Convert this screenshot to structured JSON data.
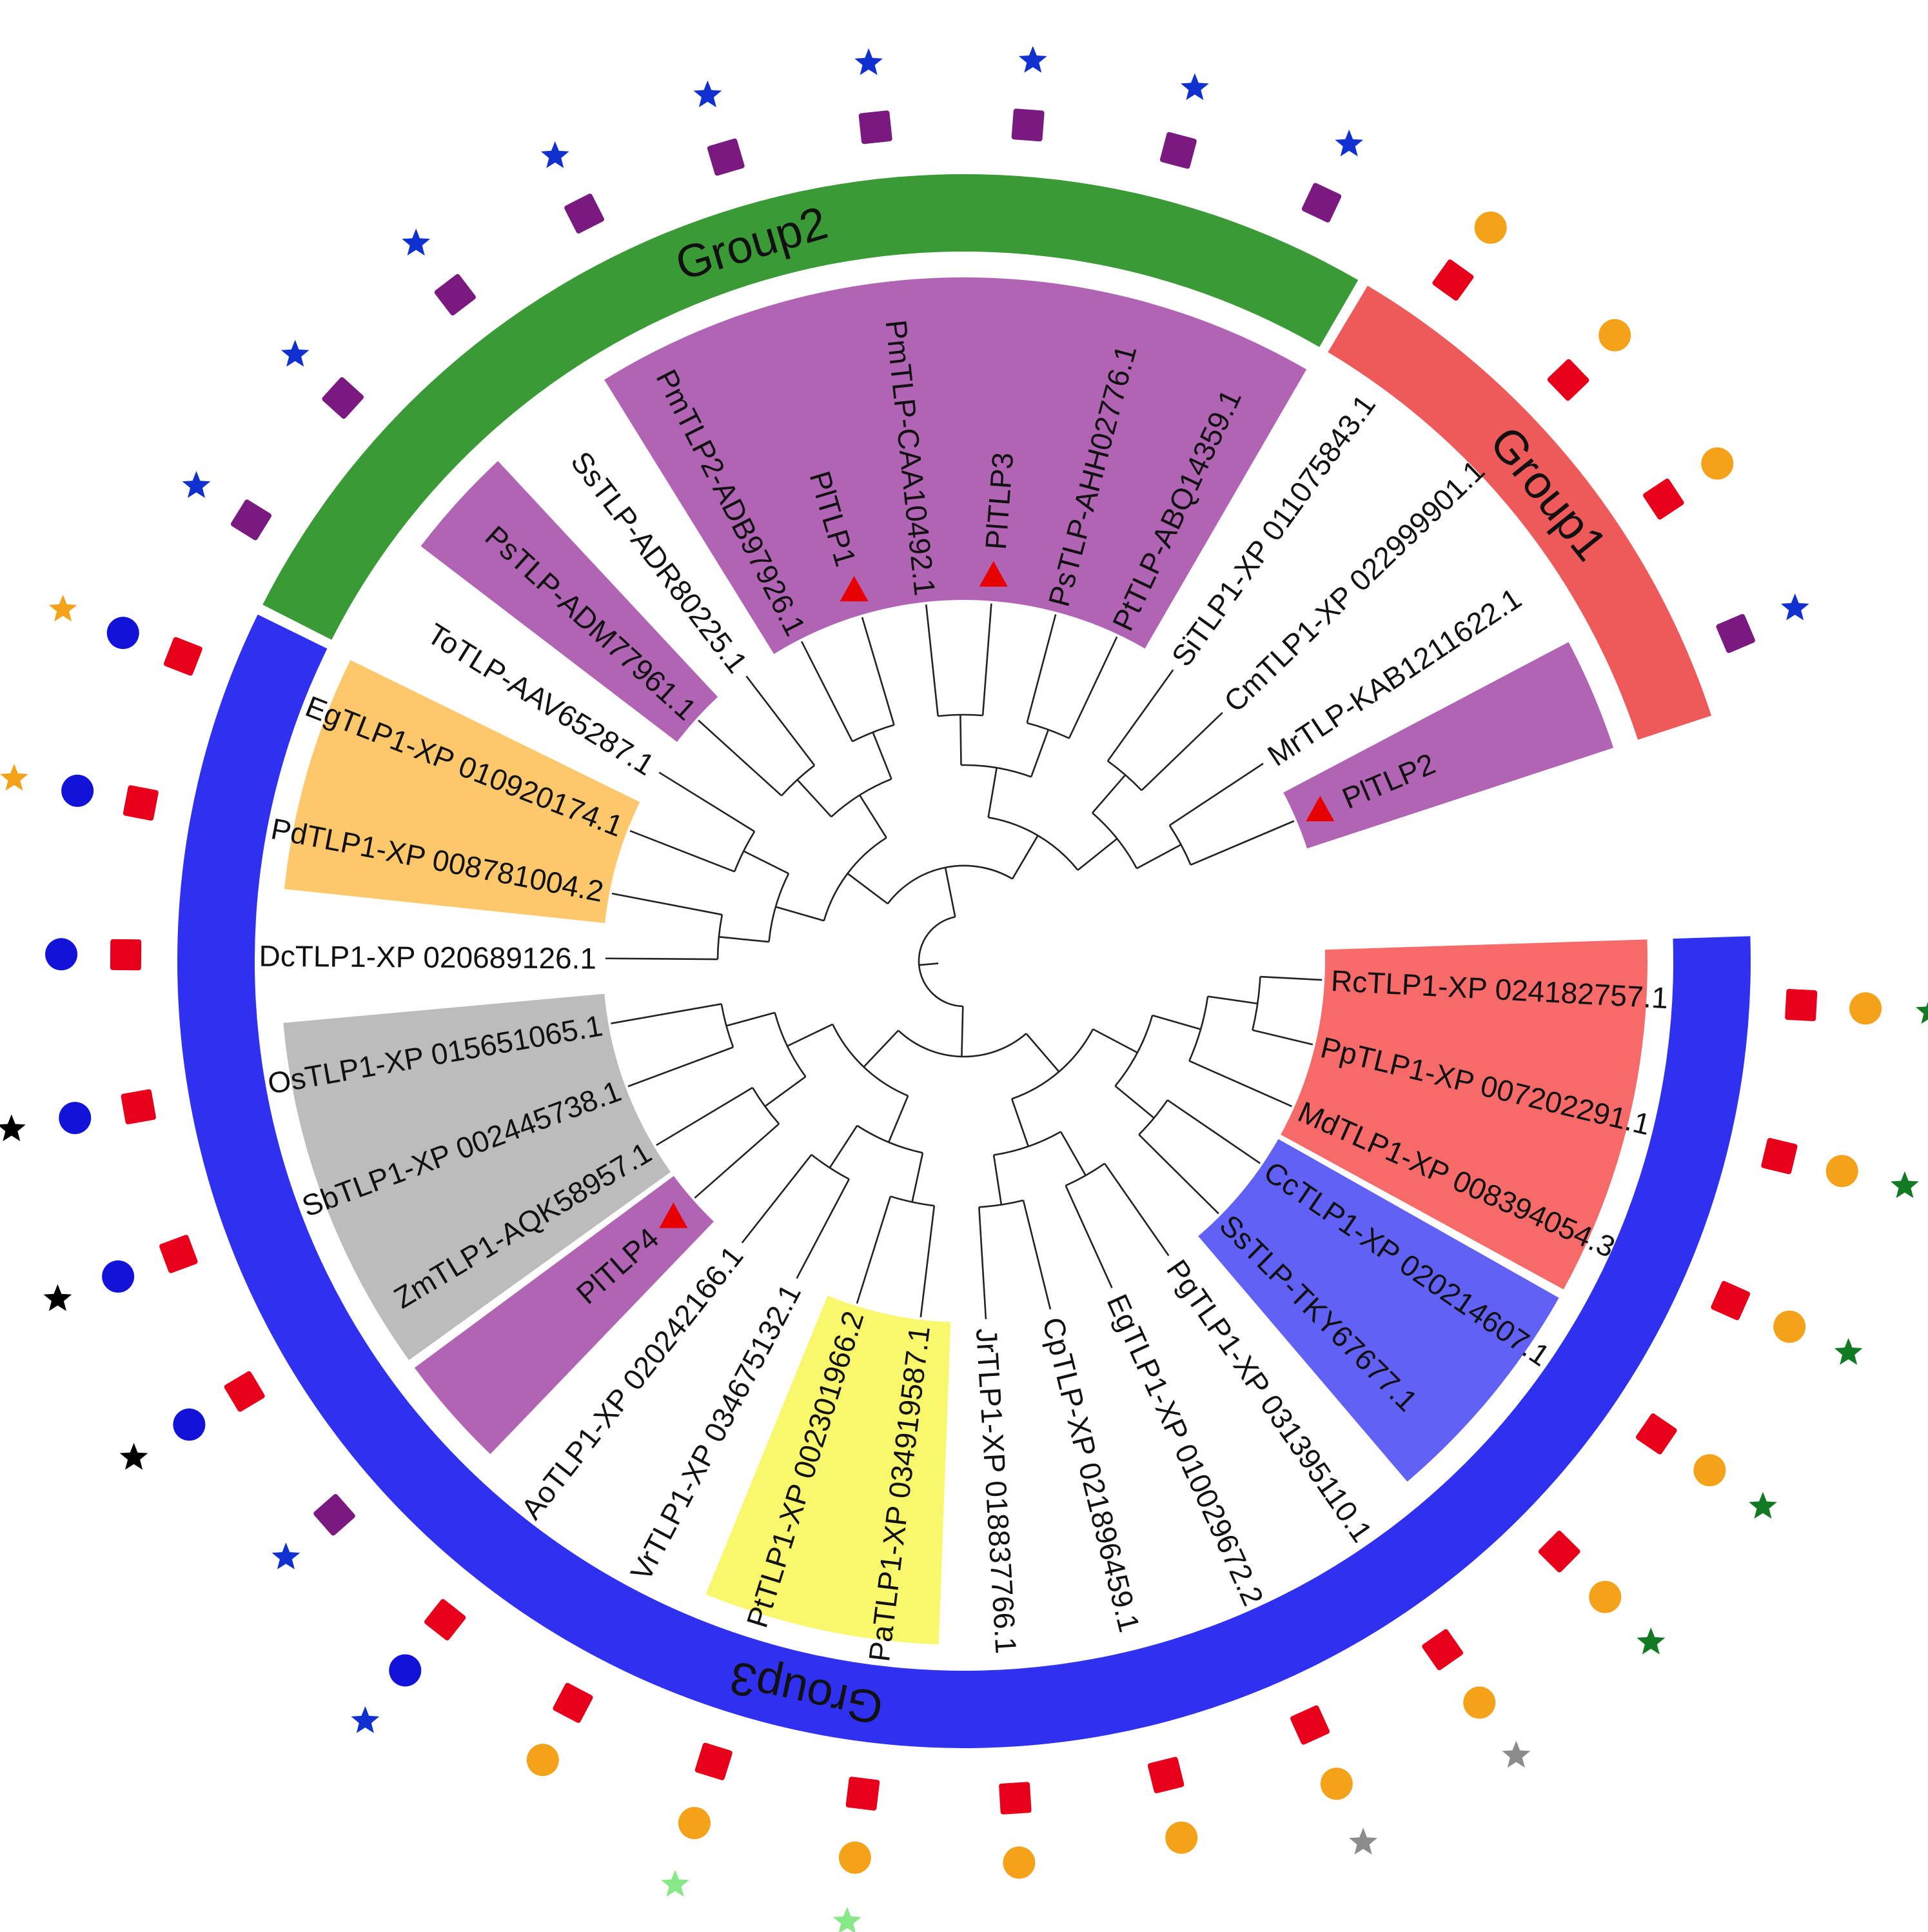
{
  "groups": [
    {
      "label": "Group1",
      "color": "#ee5a5a"
    },
    {
      "label": "Group2",
      "color": "#3a9a35"
    },
    {
      "label": "Group3",
      "color": "#3030f0"
    }
  ],
  "highlight_colors": {
    "purple": "#b164b4",
    "orange": "#fdc86c",
    "gray": "#bcbcbc",
    "yellow": "#f9f86c",
    "red": "#f76a6a",
    "blue": "#6161f6"
  },
  "marker_colors": {
    "red_square": "#e8001a",
    "purple_square": "#7a1a80",
    "orange_circle": "#f4a21a",
    "blue_circle": "#1212d8",
    "blue_star": "#1030d0",
    "orange_star": "#f4a21a",
    "black_star": "#000000",
    "green_star": "#117a22",
    "gray_star": "#8c8c8c",
    "lightgreen_star": "#86e886",
    "red_triangle": "#e80000"
  },
  "leaves": [
    {
      "id": "RcTLP1-XP 024182757.1",
      "highlight": "red",
      "group": "Group3",
      "markers": [
        "red_square",
        "orange_circle",
        "green_star"
      ]
    },
    {
      "id": "PpTLP1-XP 007202291.1",
      "highlight": "red",
      "group": "Group3",
      "markers": [
        "red_square",
        "orange_circle",
        "green_star"
      ]
    },
    {
      "id": "MdTLP1-XP 008394054.3",
      "highlight": "red",
      "group": "Group3",
      "markers": [
        "red_square",
        "orange_circle",
        "green_star"
      ]
    },
    {
      "id": "CcTLP1-XP 020214607.1",
      "highlight": "blue",
      "group": "Group3",
      "markers": [
        "red_square",
        "orange_circle",
        "green_star"
      ]
    },
    {
      "id": "SsTLP-TKY67677.1",
      "highlight": "blue",
      "group": "Group3",
      "markers": [
        "red_square",
        "orange_circle",
        "green_star"
      ]
    },
    {
      "id": "PgTLP1-XP 031395110.1",
      "highlight": "none",
      "group": "Group3",
      "markers": [
        "red_square",
        "orange_circle",
        "gray_star"
      ]
    },
    {
      "id": "EgTLP1-XP 010029672.2",
      "highlight": "none",
      "group": "Group3",
      "markers": [
        "red_square",
        "orange_circle",
        "gray_star"
      ]
    },
    {
      "id": "CpTLP-XP 021896459.1",
      "highlight": "none",
      "group": "Group3",
      "markers": [
        "red_square",
        "orange_circle"
      ]
    },
    {
      "id": "JrTLP1-XP 018837766.1",
      "highlight": "none",
      "group": "Group3",
      "markers": [
        "red_square",
        "orange_circle"
      ]
    },
    {
      "id": "PaTLP1-XP 034919587.1",
      "highlight": "yellow",
      "group": "Group3",
      "markers": [
        "red_square",
        "orange_circle",
        "lightgreen_star"
      ]
    },
    {
      "id": "PtTLP1-XP 002301966.2",
      "highlight": "yellow",
      "group": "Group3",
      "markers": [
        "red_square",
        "orange_circle",
        "lightgreen_star"
      ]
    },
    {
      "id": "VrTLP1-XP 034675132.1",
      "highlight": "none",
      "group": "Group3",
      "markers": [
        "red_square",
        "orange_circle"
      ]
    },
    {
      "id": "AoTLP1-XP 020242166.1",
      "highlight": "none",
      "group": "Group3",
      "markers": [
        "red_square",
        "blue_circle",
        "blue_star"
      ]
    },
    {
      "id": "PlTLP4",
      "highlight": "purple",
      "group": "Group3",
      "markers": [
        "purple_square",
        "blue_star"
      ],
      "triangle": true
    },
    {
      "id": "ZmTLP1-AQK58957.1",
      "highlight": "gray",
      "group": "Group3",
      "markers": [
        "red_square",
        "blue_circle",
        "black_star"
      ]
    },
    {
      "id": "SbTLP1-XP 002445738.1",
      "highlight": "gray",
      "group": "Group3",
      "markers": [
        "red_square",
        "blue_circle",
        "black_star"
      ]
    },
    {
      "id": "OsTLP1-XP 015651065.1",
      "highlight": "gray",
      "group": "Group3",
      "markers": [
        "red_square",
        "blue_circle",
        "black_star"
      ]
    },
    {
      "id": "DcTLP1-XP 020689126.1",
      "highlight": "none",
      "group": "Group3",
      "markers": [
        "red_square",
        "blue_circle"
      ]
    },
    {
      "id": "PdTLP1-XP 008781004.2",
      "highlight": "orange",
      "group": "Group3",
      "markers": [
        "red_square",
        "blue_circle",
        "orange_star"
      ]
    },
    {
      "id": "EgTLP1-XP 010920174.1",
      "highlight": "orange",
      "group": "Group3",
      "markers": [
        "red_square",
        "blue_circle",
        "orange_star"
      ]
    },
    {
      "id": "ToTLP-AAV65287.1",
      "highlight": "none",
      "group": "Group2",
      "markers": [
        "purple_square",
        "blue_star"
      ]
    },
    {
      "id": "PsTLP-ADM77961.1",
      "highlight": "purple",
      "group": "Group2",
      "markers": [
        "purple_square",
        "blue_star"
      ]
    },
    {
      "id": "SsTLP-ADR80225.1",
      "highlight": "none",
      "group": "Group2",
      "markers": [
        "purple_square",
        "blue_star"
      ]
    },
    {
      "id": "PmTLP2-ADB97926.1",
      "highlight": "purple",
      "group": "Group2",
      "markers": [
        "purple_square",
        "blue_star"
      ]
    },
    {
      "id": "PlTLP1",
      "highlight": "purple",
      "group": "Group2",
      "markers": [
        "purple_square",
        "blue_star"
      ],
      "triangle": true
    },
    {
      "id": "PmTLP-CAA10492.1",
      "highlight": "purple",
      "group": "Group2",
      "markers": [
        "purple_square",
        "blue_star"
      ]
    },
    {
      "id": "PlTLP3",
      "highlight": "purple",
      "group": "Group2",
      "markers": [
        "purple_square",
        "blue_star"
      ],
      "triangle": true
    },
    {
      "id": "PsTLP-AHH02776.1",
      "highlight": "purple",
      "group": "Group2",
      "markers": [
        "purple_square",
        "blue_star"
      ]
    },
    {
      "id": "PtTLP-ABQ14359.1",
      "highlight": "purple",
      "group": "Group2",
      "markers": [
        "purple_square",
        "blue_star"
      ]
    },
    {
      "id": "SiTLP1-XP 011075843.1",
      "highlight": "none",
      "group": "Group1",
      "markers": [
        "red_square",
        "orange_circle"
      ]
    },
    {
      "id": "CmTLP1-XP 022999901.1",
      "highlight": "none",
      "group": "Group1",
      "markers": [
        "red_square",
        "orange_circle"
      ]
    },
    {
      "id": "MrTLP-KAB1211622.1",
      "highlight": "none",
      "group": "Group1",
      "markers": [
        "red_square",
        "orange_circle"
      ]
    },
    {
      "id": "PlTLP2",
      "highlight": "purple",
      "group": "Group1",
      "markers": [
        "purple_square",
        "blue_star"
      ],
      "triangle": true
    }
  ]
}
